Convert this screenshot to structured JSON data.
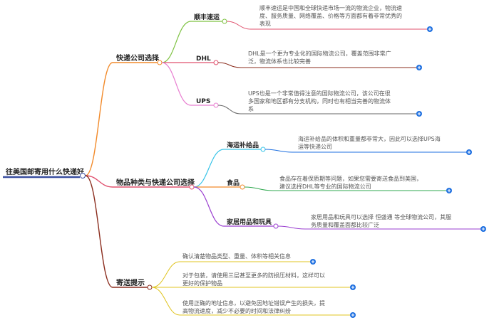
{
  "root": "往美国邮寄用什么快递好",
  "branches": [
    {
      "label": "快递公司选择",
      "color": "#f28a2a",
      "children": [
        {
          "label": "顺丰速运",
          "color": "#7ec242",
          "lines": [
            "顺丰速运是中国和全球快递市场一流的物流企业，物流速",
            "度、服务质量、网络覆盖、价格等方面都有着非常优秀的",
            "表现"
          ]
        },
        {
          "label": "DHL",
          "color": "#e0506d",
          "lines": [
            "DHL是一个更为专业化的国际物流公司，覆盖范围非常广",
            "泛，物流体系也比较完善"
          ]
        },
        {
          "label": "UPS",
          "color": "#e87dd0",
          "lines": [
            "UPS也是一个非常值得注意的国际物流公司，该公司在很",
            "多国家和地区都有分支机构，同时也有相当完善的物流体",
            "系"
          ]
        }
      ]
    },
    {
      "label": "物品种类与快递公司选择",
      "color": "#e0506d",
      "children": [
        {
          "label": "海运补给品",
          "color": "#38c4e8",
          "lines": [
            "海运补给品的体积和重量都非常大，因此可以选择UPS海",
            "运等快递公司"
          ]
        },
        {
          "label": "食品",
          "color": "#f28a2a",
          "lines": [
            "食品存在着保质期等问题，如果您需要寄送食品到美国，",
            "建议选择DHL等专业的国际物流公司"
          ]
        },
        {
          "label": "家居用品和玩具",
          "color": "#9a3fd0",
          "lines": [
            "家居用品和玩具可以选择 恒盛通 等全球物流公司，其服",
            "务质量和覆盖面都比较广泛"
          ]
        }
      ]
    },
    {
      "label": "寄送提示",
      "color": "#8b2d1e",
      "children": [
        {
          "color": "#e0c420",
          "lines": [
            "确认清楚物品类型、重量、体积等相关信息"
          ]
        },
        {
          "color": "#e0c420",
          "lines": [
            "对于包装，请使用三层甚至更多的防损压材料，这样可以",
            "更好的保护物品"
          ]
        },
        {
          "color": "#e0c420",
          "lines": [
            "使用正确的地址信息，以避免因地址错误产生的损失，提",
            "高物流速度，减少不必要的时间和法律纠纷"
          ]
        }
      ]
    }
  ],
  "colors": {
    "root_line": "#3a4fa0",
    "plus_button": "#1d6fe0"
  }
}
